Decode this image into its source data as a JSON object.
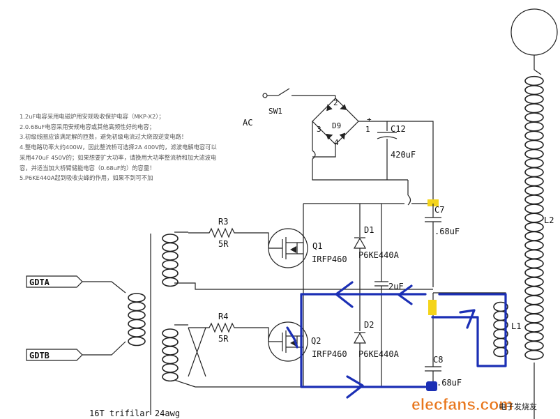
{
  "notes": [
    "1.2uF电容采用电磁炉用安规吸收保护电容（MKP-X2）；",
    "2.0.68uF电容采用安规电容或其他高频性好的电容；",
    "3.初级线圈应该满足解的匝数，避免初级电流过大烧毁逆变电路！",
    "4.整电路功率大约400W，因此整流桥可选择2A 400V的，滤波电解电容可以采用470uF 450V的；如果想要扩大功率，请换用大功率整流桥和加大滤波电容，并适当加大桥臂储能电容（0.68uF的）的容量！",
    "5.P6KE440A起到吸收尖峰的作用，如果不到可不加"
  ],
  "labels": {
    "sw1": "SW1",
    "ac": "AC",
    "d9": "D9",
    "c12": "C12",
    "c12_val": "420uF",
    "c7": "C7",
    "c7_val": ".68uF",
    "c8": "C8",
    "c8_val": ".68uF",
    "c_mid": "2uF",
    "r3": "R3",
    "r3_val": "5R",
    "r4": "R4",
    "r4_val": "5R",
    "q1": "Q1",
    "q1_part": "IRFP460",
    "q2": "Q2",
    "q2_part": "IRFP460",
    "d1": "D1",
    "d1_part": "P6KE440A",
    "d2": "D2",
    "d2_part": "P6KE440A",
    "l1": "L1",
    "l2": "L2",
    "gdta": "GDTA",
    "gdtb": "GDTB",
    "transformer": "16T trifilar 24awg",
    "bridge_plus": "+",
    "bridge_2": "2",
    "bridge_3": "3",
    "bridge_1": "1",
    "bridge_4": "4"
  },
  "watermark": {
    "site": "elecfans.com",
    "cn": "电子发烧友"
  },
  "colors": {
    "wire": "#222222",
    "highlight_path": "#1b2fb5",
    "highlight_yellow": "#f4d41a",
    "watermark_orange": "#e8761c"
  }
}
